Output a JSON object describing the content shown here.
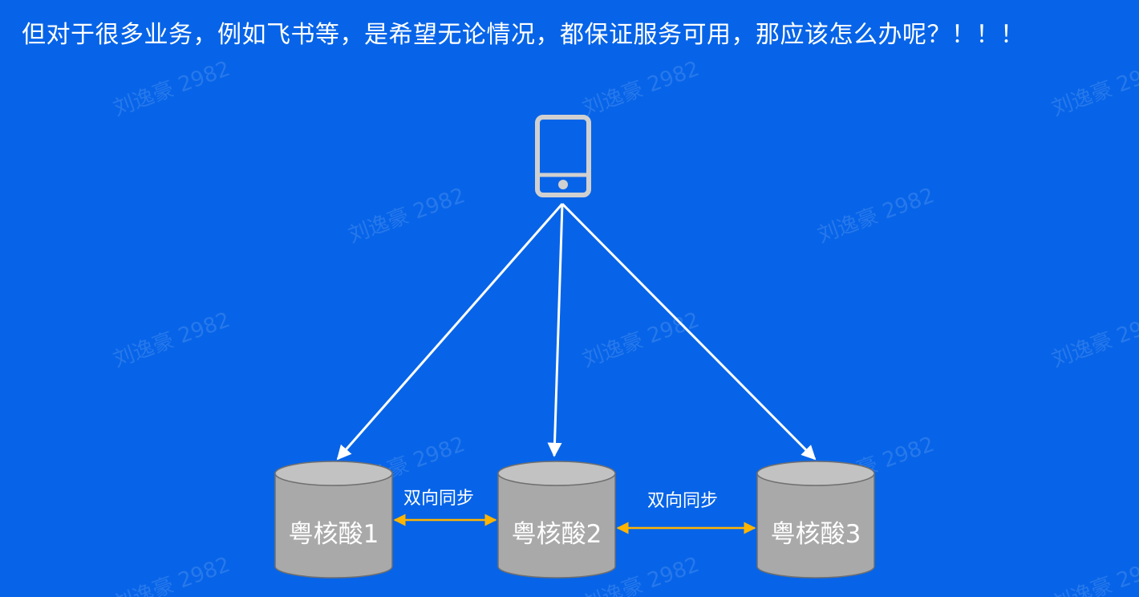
{
  "title": "但对于很多业务，例如飞书等，是希望无论情况，都保证服务可用，那应该怎么办呢？！！！",
  "watermark": "刘逸豪 2982",
  "client_icon": "mobile-phone-icon",
  "databases": [
    {
      "label": "粤核酸1"
    },
    {
      "label": "粤核酸2"
    },
    {
      "label": "粤核酸3"
    }
  ],
  "sync_links": [
    {
      "label": "双向同步"
    },
    {
      "label": "双向同步"
    }
  ],
  "colors": {
    "background": "#0764e8",
    "cylinder": "#a9a9a9",
    "cylinder_top": "#c2c2c2",
    "sync_arrow": "#ffb400",
    "request_arrow": "#ffffff"
  }
}
